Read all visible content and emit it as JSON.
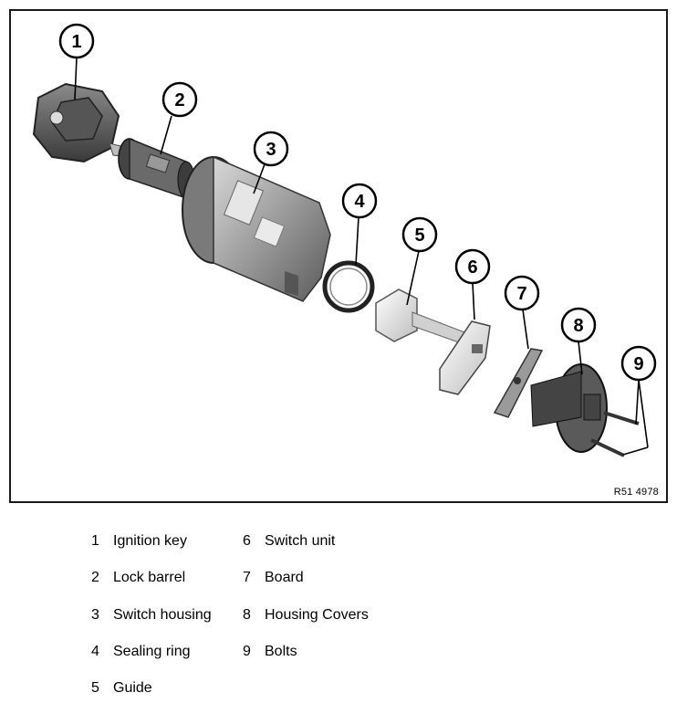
{
  "figure": {
    "ref_code": "R51 4978",
    "callouts": [
      "1",
      "2",
      "3",
      "4",
      "5",
      "6",
      "7",
      "8",
      "9"
    ]
  },
  "legend": [
    {
      "num": "1",
      "label": "Ignition key"
    },
    {
      "num": "2",
      "label": "Lock barrel"
    },
    {
      "num": "3",
      "label": "Switch housing"
    },
    {
      "num": "4",
      "label": "Sealing ring"
    },
    {
      "num": "5",
      "label": "Guide"
    },
    {
      "num": "6",
      "label": "Switch unit"
    },
    {
      "num": "7",
      "label": "Board"
    },
    {
      "num": "8",
      "label": "Housing Covers"
    },
    {
      "num": "9",
      "label": "Bolts"
    }
  ]
}
